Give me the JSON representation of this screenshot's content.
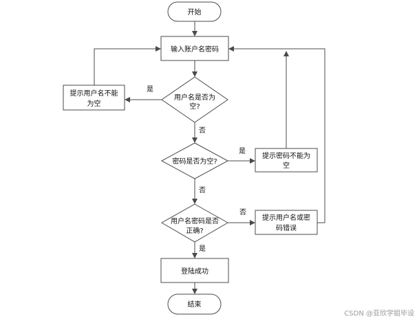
{
  "nodes": {
    "start": "开始",
    "input": "输入账户名密码",
    "username_empty_q": [
      "用户名是否为",
      "空?"
    ],
    "username_empty_msg": [
      "提示用户名不能",
      "为空"
    ],
    "password_empty_q": "密码是否为空?",
    "password_empty_msg": [
      "提示密码不能为",
      "空"
    ],
    "credentials_ok_q": [
      "用户名密码是否",
      "正确?"
    ],
    "credentials_error_msg": [
      "提示用户名或密",
      "码错误"
    ],
    "login_success": "登陆成功",
    "end": "结束"
  },
  "edges": {
    "yes": "是",
    "no": "否"
  },
  "watermark": "CSDN @亚欣学姐毕设"
}
